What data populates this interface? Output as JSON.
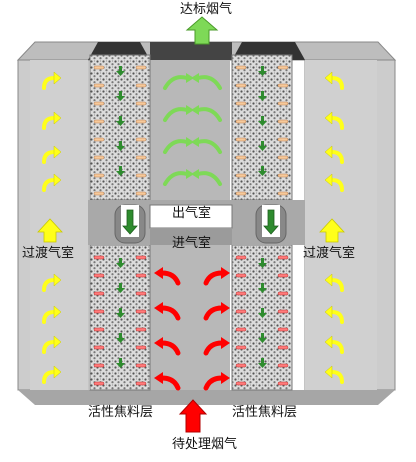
{
  "labels": {
    "clean_flue_gas": "达标烟气",
    "outlet_chamber": "出气室",
    "inlet_chamber": "进气室",
    "transition_chamber_left": "过渡气室",
    "transition_chamber_right": "过渡气室",
    "activated_coke_layer_left": "活性焦料层",
    "activated_coke_layer_right": "活性焦料层",
    "raw_flue_gas": "待处理烟气"
  },
  "colors": {
    "wall_light": "#cfcfcf",
    "wall_mid": "#b4b4b4",
    "wall_dark": "#8f8f8f",
    "dark_top": "#333333",
    "coke_bed": "#d9d9d9",
    "clean_arrow": "#7ed957",
    "raw_arrow": "#ff0000",
    "transition_arrow": "#ffff1a",
    "down_arrow": "#2e8b2e",
    "pellet_upper": "#f6c99a",
    "pellet_lower": "#ff6b6b"
  },
  "icons": {
    "clean_outlet": "up-arrow-green-icon",
    "raw_inlet": "up-arrow-red-icon",
    "transition_flow": "curved-arrow-yellow-icon",
    "material_flow": "down-arrow-green-icon"
  }
}
